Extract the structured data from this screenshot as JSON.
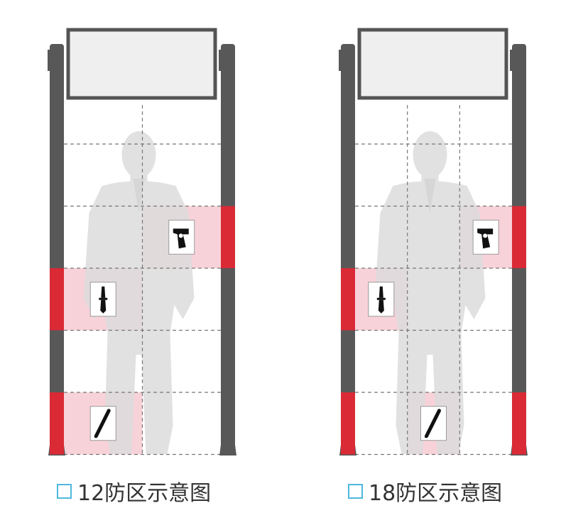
{
  "colors": {
    "pole": "#585858",
    "zone_red": "#d92a36",
    "zone_highlight": "#f7cdd5",
    "panel_border": "#545454",
    "panel_fill": "#efefef",
    "grid_dash": "#777777",
    "silhouette": "#dcdcdc",
    "caption_box": "#4fb7dd"
  },
  "diagrams": [
    {
      "caption": "12防区示意图",
      "columns": 2,
      "rows": 6,
      "red_segments": [
        {
          "side": "right",
          "row": 2
        },
        {
          "side": "left",
          "row": 3
        },
        {
          "side": "left",
          "row": 5
        }
      ],
      "highlight_cells": [
        {
          "col": 1,
          "row": 2
        },
        {
          "col": 0,
          "row": 3
        },
        {
          "col": 0,
          "row": 5
        }
      ],
      "items": [
        {
          "icon": "gun-icon",
          "col": 1,
          "row": 2
        },
        {
          "icon": "knife-icon",
          "col": 0,
          "row": 3
        },
        {
          "icon": "screwdriver-icon",
          "col": 0,
          "row": 5
        }
      ]
    },
    {
      "caption": "18防区示意图",
      "columns": 3,
      "rows": 6,
      "red_segments": [
        {
          "side": "right",
          "row": 2
        },
        {
          "side": "left",
          "row": 3
        },
        {
          "side": "left",
          "row": 5
        },
        {
          "side": "right",
          "row": 5
        }
      ],
      "highlight_cells": [
        {
          "col": 2,
          "row": 2
        },
        {
          "col": 0,
          "row": 3
        },
        {
          "col": 1,
          "row": 5
        }
      ],
      "items": [
        {
          "icon": "gun-icon",
          "col": 2,
          "row": 2
        },
        {
          "icon": "knife-icon",
          "col": 0,
          "row": 3
        },
        {
          "icon": "screwdriver-icon",
          "col": 1,
          "row": 5
        }
      ]
    }
  ]
}
